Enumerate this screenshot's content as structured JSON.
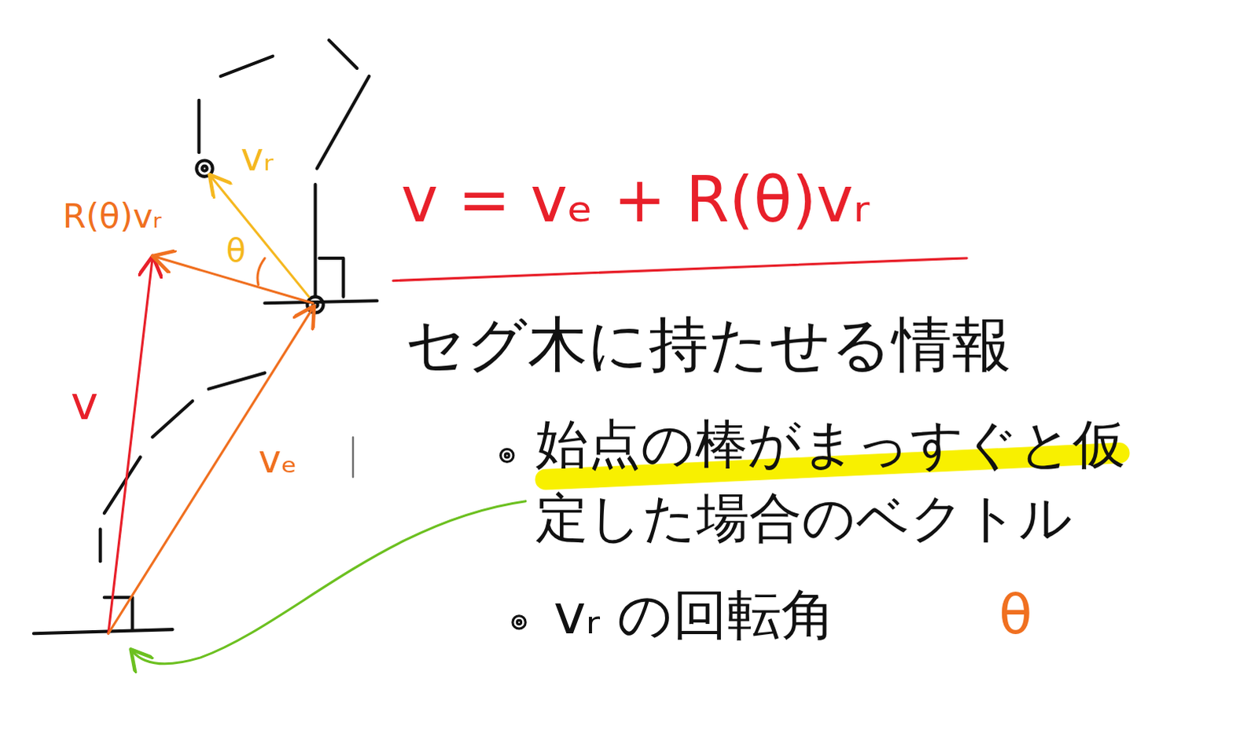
{
  "diagram": {
    "labels": [
      "vᵣ",
      "R(θ)vᵣ",
      "θ",
      "v",
      "vₑ",
      "v = vₑ + R(θ)vᵣ",
      "セグ木に持たせる情報",
      "始点の棒がまっすぐと仮定した場合のベクトル",
      "vᵣ の回転角",
      "θ"
    ]
  }
}
